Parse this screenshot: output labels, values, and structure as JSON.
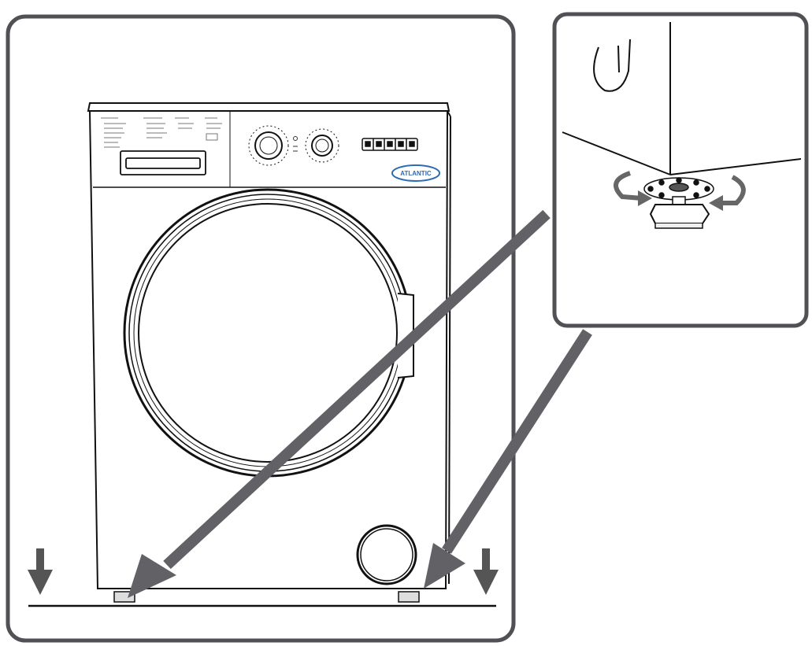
{
  "brand": {
    "name": "ATLANTIC",
    "color": "#2b6cb5"
  },
  "colors": {
    "frame": "#505055",
    "arrow": "#616166",
    "line": "#111111"
  },
  "panels": [
    {
      "id": "main",
      "content": "washing-machine-front-view"
    },
    {
      "id": "detail",
      "content": "adjustable-foot-closeup"
    }
  ],
  "icons": [
    "down-arrow-icon",
    "rotate-arrow-icon",
    "pointer-arrow-icon"
  ]
}
